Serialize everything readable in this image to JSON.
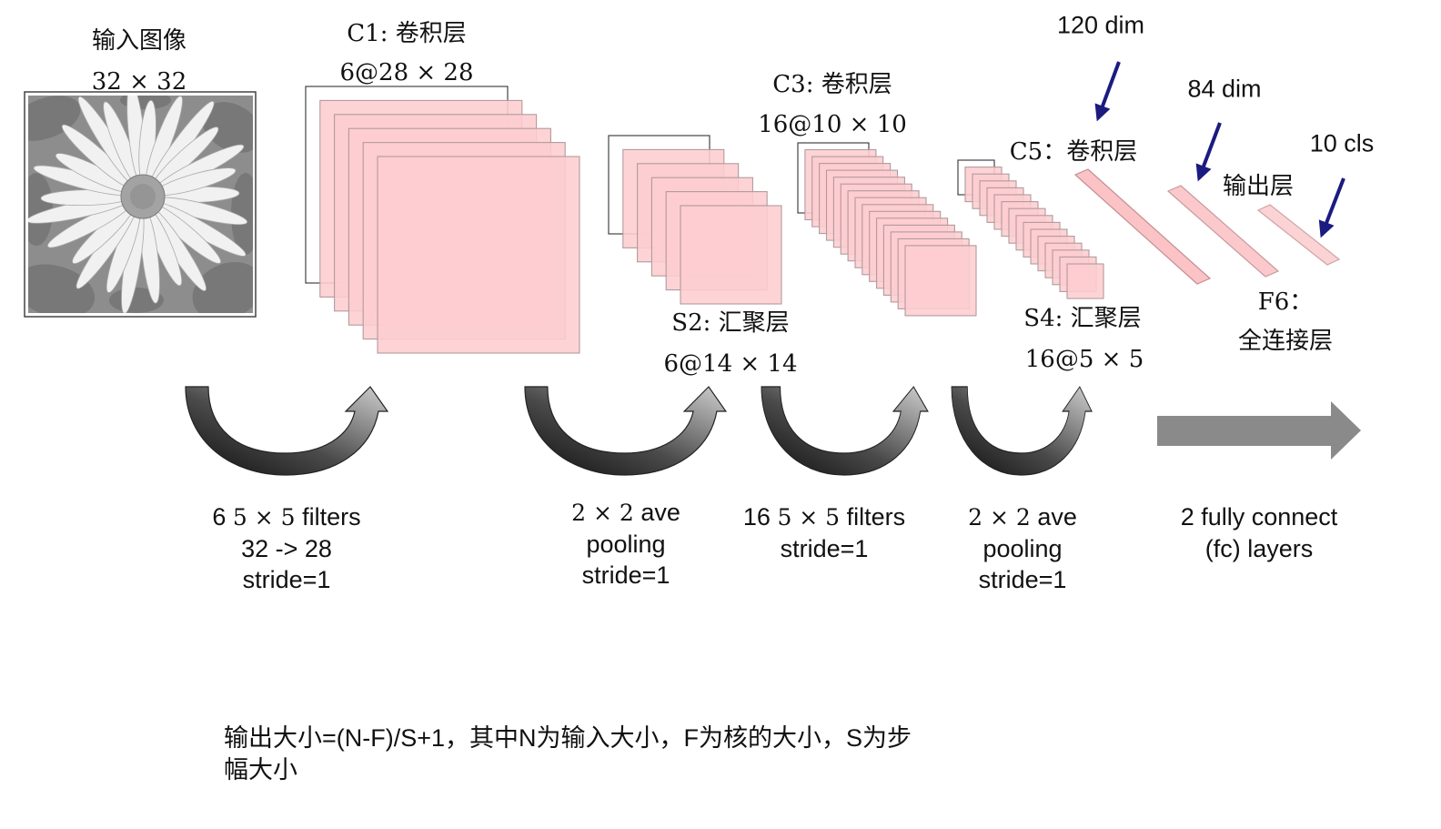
{
  "input": {
    "title": "输入图像",
    "size": "32 × 32"
  },
  "layers": {
    "c1": {
      "title": "C1: 卷积层",
      "shape": "6@28 × 28"
    },
    "s2": {
      "title": "S2: 汇聚层",
      "shape": "6@14 × 14"
    },
    "c3": {
      "title": "C3: 卷积层",
      "shape": "16@10 × 10"
    },
    "s4": {
      "title": "S4: 汇聚层",
      "shape": "16@5 × 5"
    },
    "c5": {
      "title": "C5：卷积层"
    },
    "f6": {
      "title": "F6：",
      "subtitle": "全连接层"
    },
    "output": {
      "title": "输出层"
    }
  },
  "annotations": {
    "c5_dim": "120 dim",
    "f6_dim": "84 dim",
    "output_dim": "10 cls"
  },
  "operations": {
    "conv1": {
      "count": "6",
      "kernel": "5 × 5",
      "word": "filters",
      "line2": "32 -> 28",
      "line3": "stride=1"
    },
    "pool1": {
      "kernel": "2 × 2",
      "word": "ave",
      "line2": "pooling",
      "line3": "stride=1"
    },
    "conv2": {
      "count": "16",
      "kernel": "5 × 5",
      "word": "filters",
      "line2": "stride=1"
    },
    "pool2": {
      "kernel": "2 × 2",
      "word": "ave",
      "line2": "pooling",
      "line3": "stride=1"
    },
    "fc": {
      "line1": "2 fully connect",
      "line2": "(fc) layers"
    }
  },
  "note": {
    "line1": "输出大小=(N-F)/S+1，其中N为输入大小，F为核的大小，S为步",
    "line2": "幅大小"
  },
  "colors": {
    "feature_map_fill": "#fdcdd0",
    "feature_map_stroke": "#b39a9c",
    "fc_bar_fill": "#fbc3c6",
    "arrow_blue": "#1b1b80",
    "flow_arrow": "#8a8a8a"
  }
}
